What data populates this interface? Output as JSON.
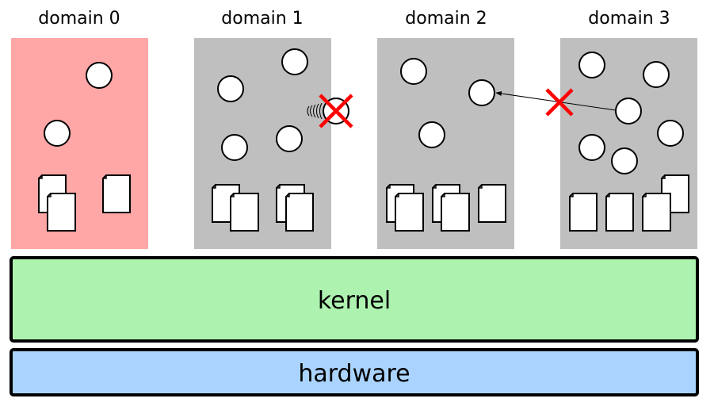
{
  "domains": [
    {
      "label": "domain 0",
      "fill": "#ffa6a6"
    },
    {
      "label": "domain 1",
      "fill": "#bfbfbf"
    },
    {
      "label": "domain 2",
      "fill": "#bfbfbf"
    },
    {
      "label": "domain 3",
      "fill": "#bfbfbf"
    }
  ],
  "kernel": {
    "label": "kernel",
    "fill": "#aef2b0"
  },
  "hardware": {
    "label": "hardware",
    "fill": "#aad4ff"
  },
  "colors": {
    "blocked": "#ff0000",
    "outline": "#000000"
  },
  "icons": {
    "process": "circle",
    "file": "document",
    "blocked": "x-mark",
    "signal": "wave-arcs"
  }
}
